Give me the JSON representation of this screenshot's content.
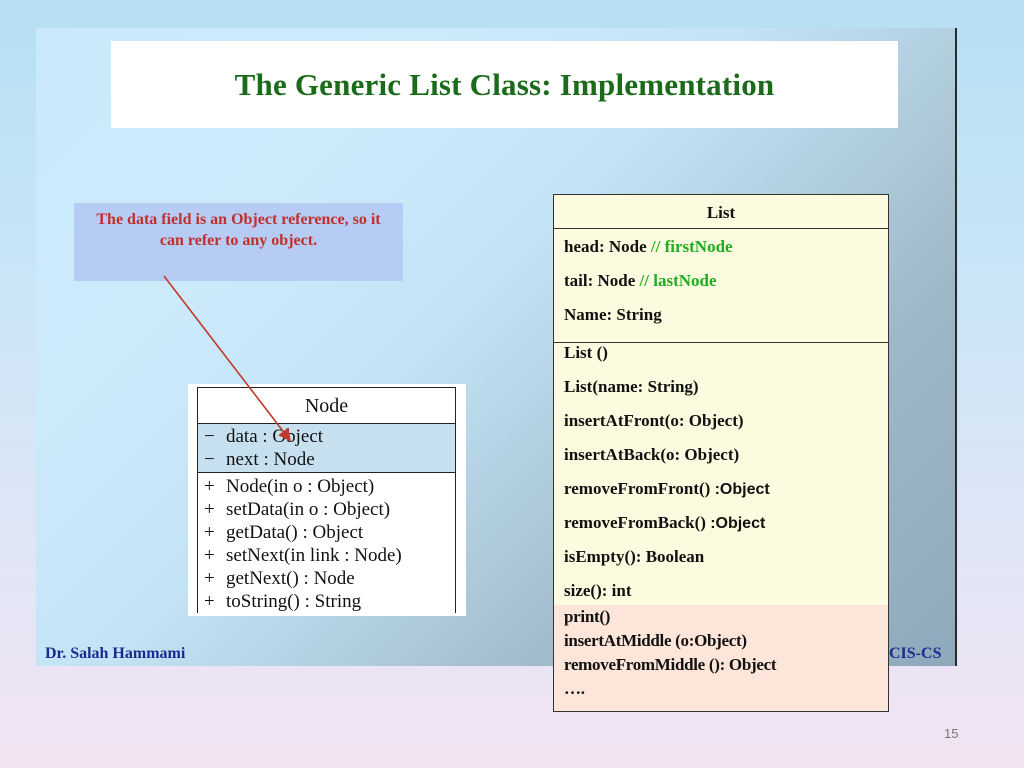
{
  "title": "The Generic List Class: Implementation",
  "callout": "The data field is an Object reference, so it can refer to any object.",
  "node_class": {
    "name": "Node",
    "attributes": [
      {
        "vis": "−",
        "text": "data : Object"
      },
      {
        "vis": "−",
        "text": "next : Node"
      }
    ],
    "methods": [
      {
        "vis": "+",
        "text": "Node(in o : Object)"
      },
      {
        "vis": "+",
        "text": "setData(in o : Object)"
      },
      {
        "vis": "+",
        "text": "getData() : Object"
      },
      {
        "vis": "+",
        "text": "setNext(in link : Node)"
      },
      {
        "vis": "+",
        "text": "getNext() : Node"
      },
      {
        "vis": "+",
        "text": "toString() : String"
      }
    ]
  },
  "list_class": {
    "name": "List",
    "attributes": [
      {
        "text": "head: Node ",
        "comment": "// firstNode"
      },
      {
        "text": "tail: Node ",
        "comment": "// lastNode"
      },
      {
        "text": "Name: String",
        "comment": ""
      }
    ],
    "methods": [
      {
        "text": "List ()",
        "ret": ""
      },
      {
        "text": "List(name: String)",
        "ret": ""
      },
      {
        "text": "insertAtFront(o: Object)",
        "ret": ""
      },
      {
        "text": "insertAtBack(o: Object)",
        "ret": ""
      },
      {
        "text": "removeFromFront() ",
        "ret": ":Object"
      },
      {
        "text": "removeFromBack() ",
        "ret": " :Object"
      },
      {
        "text": "isEmpty(): Boolean",
        "ret": ""
      },
      {
        "text": "size(): int",
        "ret": ""
      }
    ],
    "extra_methods": [
      "print()",
      "insertAtMiddle (o:Object)",
      "removeFromMiddle (): Object",
      "…."
    ]
  },
  "footer": {
    "author": "Dr. Salah Hammami",
    "dept": "CIS-CS"
  },
  "page_number": "15",
  "colors": {
    "title": "#1b6b1b",
    "callout_text": "#c0302a",
    "callout_bg": "#b6ccf5",
    "arrow": "#c0392b",
    "comment": "#1fae1f",
    "footer": "#1c2a8f"
  }
}
